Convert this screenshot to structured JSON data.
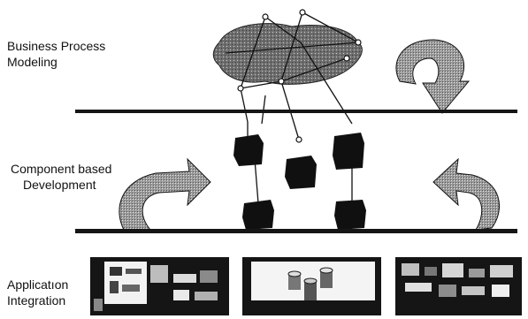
{
  "layers": [
    {
      "id": "bpm",
      "line1": "Business Process",
      "line2": "Modeling"
    },
    {
      "id": "cbd",
      "line1": "Component based",
      "line2": "Development"
    },
    {
      "id": "ai",
      "line1": "Applicatıon",
      "line2": "Integration"
    }
  ],
  "colors": {
    "ink": "#111111",
    "arrow_fill": "#9a9a9a",
    "platform": "#161616",
    "cloud": "#7a7a7a"
  },
  "icons": [
    "process-network-icon",
    "component-cube-icon",
    "circular-arrow-icon",
    "application-screen-icon",
    "database-cylinder-icon"
  ]
}
